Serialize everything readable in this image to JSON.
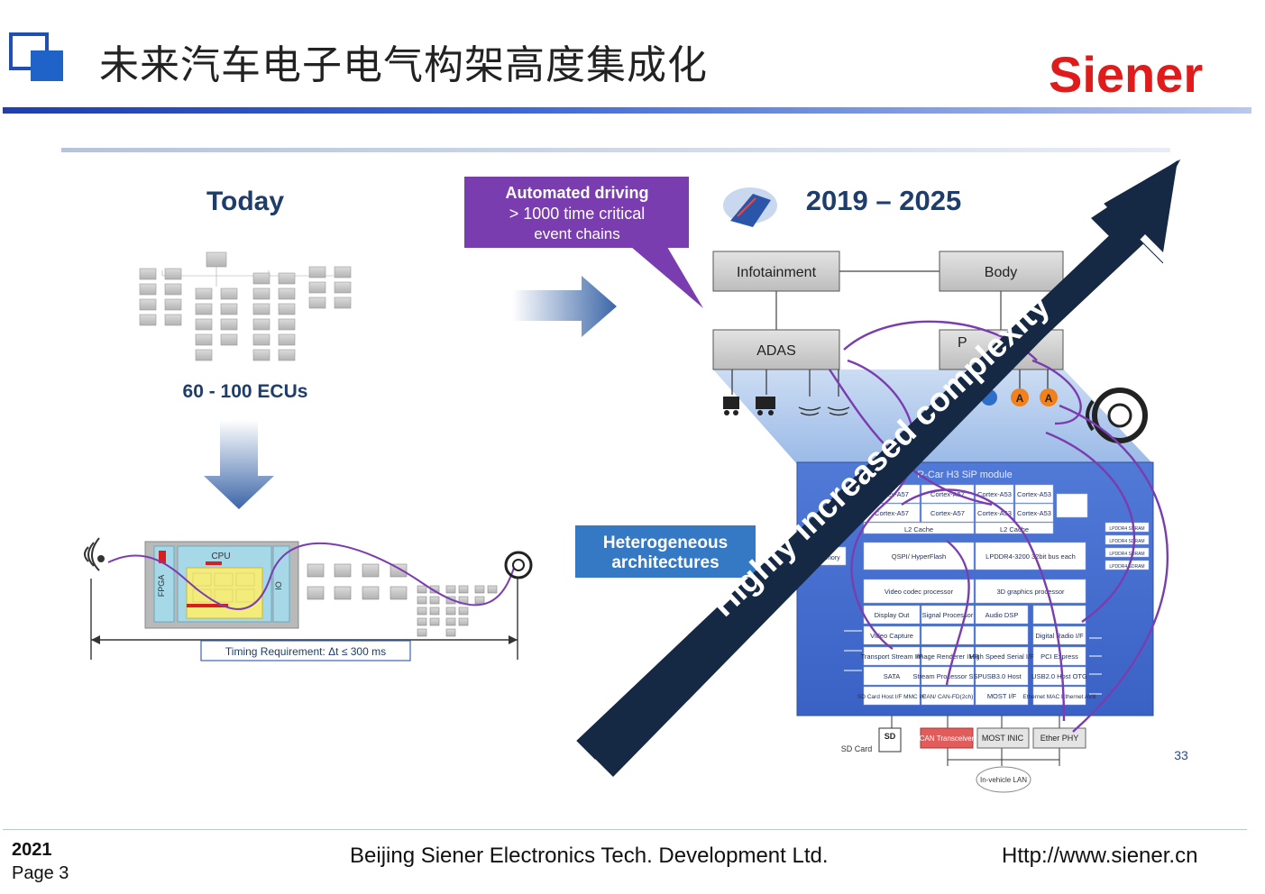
{
  "header": {
    "title": "未来汽车电子电气构架高度集成化",
    "brand": "Siener"
  },
  "diagram": {
    "today_label": "Today",
    "ecu_count": "60 - 100 ECUs",
    "fpga_label": "FPGA",
    "cpu_label": "CPU",
    "io_label": "IO",
    "timing_requirement": "Timing Requirement:  Δt  ≤ 300 ms",
    "callout_line1": "Automated driving",
    "callout_line2": "> 1000 time critical",
    "callout_line3": "event chains",
    "years": "2019 – 2025",
    "infotainment": "Infotainment",
    "body": "Body",
    "adas": "ADAS",
    "powertrain_partial": "P",
    "hetero_line1": "Heterogeneous",
    "hetero_line2": "architectures",
    "arrow_text": "Highly increased complexity",
    "sip_title": "R-Car H3 SiP module",
    "block_qspi": "QSPI/ HyperFlash",
    "block_lpddr": "LPDDR4-3200 32bit bus each",
    "block_video": "Video codec processor",
    "block_3d": "3D graphics processor",
    "block_display": "Display Out",
    "block_signal": "Signal Processor",
    "block_audio": "Audio DSP",
    "block_capture": "Video Capture",
    "block_digital_radio": "Digital Radio I/F",
    "block_transport": "Transport Stream I/F",
    "block_image_renderer": "Image Renderer IMR",
    "block_hs_serial": "High Speed Serial I/F",
    "block_pci": "PCI Express",
    "block_sata": "SATA",
    "block_stream": "Stream Processor SSP",
    "block_usb3": "USB3.0 Host",
    "block_usb2": "USB2.0 Host OTG",
    "block_sd": "SD Card Host I/F MMC I/F",
    "block_can": "CAN/ CAN-FD(2ch)",
    "block_most": "MOST I/F",
    "block_eth_mac": "Ethernet MAC Ethernet AVB",
    "cortex_a57": "Cortex-A57",
    "cortex_a53": "Cortex-A53",
    "l2_cache": "L2 Cache",
    "memory_label": "Memory",
    "lpddr_sdram": "LPDDR4 SDRAM",
    "sd_chip": "SD",
    "sd_card": "SD Card",
    "can_transceiver": "CAN Transceiver",
    "most_inic": "MOST INIC",
    "ether_phy": "Ether PHY",
    "in_vehicle_lan": "In-vehicle LAN",
    "actuator_a": "A",
    "slide_num": "33"
  },
  "footer": {
    "year": "2021",
    "page": "Page 3",
    "company": "Beijing Siener Electronics Tech. Development Ltd.",
    "url": "Http://www.siener.cn"
  },
  "colors": {
    "accent_blue": "#1f4eb4",
    "brand_red": "#e01b1b",
    "navy": "#152844",
    "purple": "#7a3db0",
    "sip_blue": "#3f6bd0"
  }
}
